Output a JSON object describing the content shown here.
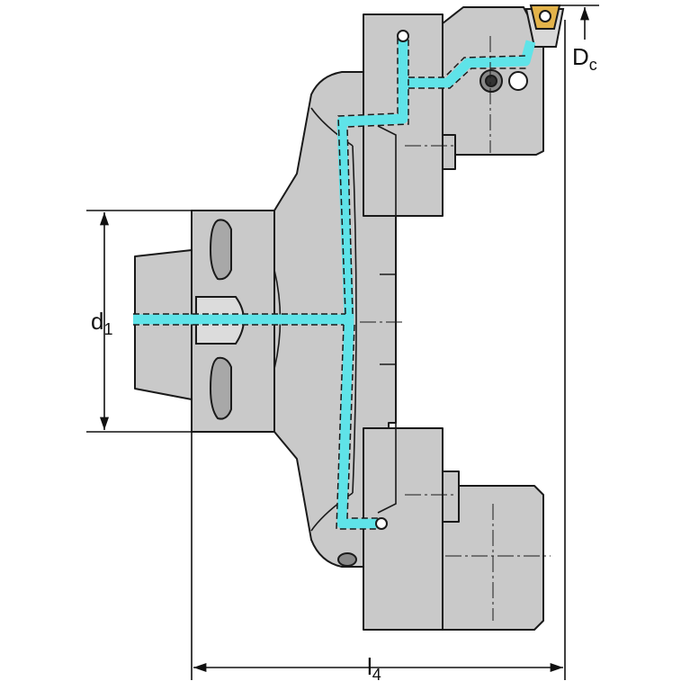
{
  "colors": {
    "body_fill": "#c9c9c9",
    "body_dark": "#a8a8a8",
    "outline": "#1a1a1a",
    "coolant": "#5fe3e8",
    "insert": "#e3b34a",
    "background": "#ffffff"
  },
  "dimensions": {
    "d1": {
      "main": "d",
      "sub": "1"
    },
    "l4": {
      "main": "l",
      "sub": "4"
    },
    "dc": {
      "main": "D",
      "sub": "c"
    }
  }
}
